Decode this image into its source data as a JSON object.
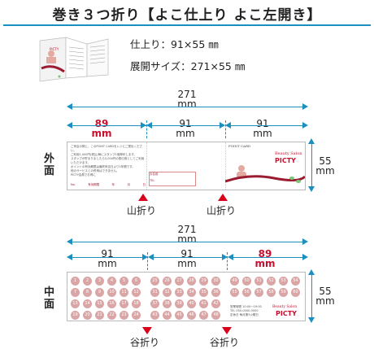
{
  "title": "巻き３つ折り【よこ仕上り よこ左開き】",
  "spec": {
    "finish": "仕上り：91×55 ㎜",
    "open": "展開サイズ：271×55 ㎜"
  },
  "outer": {
    "label_top": "外",
    "label_bottom": "面",
    "total": {
      "num": "271",
      "unit": "mm"
    },
    "seg1": {
      "num": "89",
      "unit": "mm"
    },
    "seg2": {
      "num": "91",
      "unit": "mm"
    },
    "seg3": {
      "num": "91",
      "unit": "mm"
    },
    "height": {
      "num": "55",
      "unit": "mm"
    },
    "fold1": "山折り",
    "fold2": "山折り",
    "card": {
      "point_card": "POINT CARD",
      "salon": "Beauty Salon",
      "brand": "PICTY",
      "name_label": "お名前",
      "tel_label": "TEL",
      "rules": [
        "ご来店の際に、このPOINT CARDをレジにご提出ください。",
        "ご利用1,000円(税込)毎にスタンプ1個押印します。",
        "スタンプが貯まりましたら5,000円の割引券としてご利用いただけます。",
        "ポイントの有効期限は最終来店日より1年間です。",
        "他のサービスとの併用はできません。",
        "PICTY会員でお得に"
      ],
      "footer": [
        "No.",
        "有効期限",
        "年",
        "月",
        "日"
      ]
    }
  },
  "inner": {
    "label_top": "中",
    "label_bottom": "面",
    "total": {
      "num": "271",
      "unit": "mm"
    },
    "seg1": {
      "num": "91",
      "unit": "mm"
    },
    "seg2": {
      "num": "91",
      "unit": "mm"
    },
    "seg3": {
      "num": "89",
      "unit": "mm"
    },
    "height": {
      "num": "55",
      "unit": "mm"
    },
    "fold1": "谷折り",
    "fold2": "谷折り",
    "stamps1": [
      "1",
      "2",
      "3",
      "4",
      "5",
      "6",
      "7",
      "8",
      "9",
      "10",
      "11",
      "12",
      "13",
      "14",
      "15",
      "16",
      "17",
      "18",
      "19",
      "20",
      "21",
      "22",
      "23",
      "24"
    ],
    "stamps2": [
      "25",
      "26",
      "27",
      "28",
      "29",
      "30",
      "31",
      "32",
      "33",
      "34",
      "35",
      "36",
      "37",
      "38",
      "39",
      "40",
      "41",
      "42",
      "43",
      "44",
      "45",
      "46",
      "47",
      "48"
    ],
    "stamps3": [
      "49",
      "50",
      "51",
      "52",
      "53",
      "54",
      "55",
      "56",
      "57",
      "58",
      "59",
      "60"
    ],
    "shop": {
      "salon": "Beauty Salon",
      "brand": "PICTY",
      "info": [
        "営業時間 10:00～19:00",
        "TEL 000-0000-0000",
        "定休日 毎月第3火曜日"
      ]
    }
  },
  "colors": {
    "accent": "#1a8fc0",
    "red": "#c8102e",
    "fold": "#d9001b"
  }
}
